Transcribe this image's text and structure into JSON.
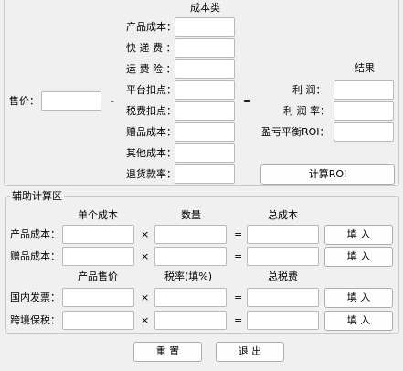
{
  "cost_section": {
    "title": "成本类",
    "price_label": "售价：",
    "minus": "-",
    "equals": "=",
    "items": [
      {
        "label": "产品成本：",
        "value": ""
      },
      {
        "label": "快 递 费 ：",
        "value": ""
      },
      {
        "label": "运 费 险 ：",
        "value": ""
      },
      {
        "label": "平台扣点：",
        "value": ""
      },
      {
        "label": "税费扣点：",
        "value": ""
      },
      {
        "label": "赠品成本：",
        "value": ""
      },
      {
        "label": "其他成本：",
        "value": ""
      },
      {
        "label": "退货款率：",
        "value": ""
      }
    ]
  },
  "result_section": {
    "title": "结果",
    "items": [
      {
        "label": "利    润：",
        "value": ""
      },
      {
        "label": "利 润 率：",
        "value": ""
      },
      {
        "label": "盈亏平衡ROI：",
        "value": ""
      }
    ],
    "calc_button": "计算ROI"
  },
  "aux_section": {
    "title": "辅助计算区",
    "header1": {
      "unit_cost": "单个成本",
      "qty": "数量",
      "total": "总成本"
    },
    "header2": {
      "price": "产品售价",
      "rate": "税率(填%)",
      "total": "总税费"
    },
    "times": "×",
    "equals": "=",
    "rows": [
      {
        "label": "产品成本：",
        "fill": "填 入"
      },
      {
        "label": "赠品成本：",
        "fill": "填 入"
      },
      {
        "label": "国内发票：",
        "fill": "填 入"
      },
      {
        "label": "跨境保税：",
        "fill": "填 入"
      }
    ]
  },
  "footer": {
    "reset": "重 置",
    "exit": "退 出"
  }
}
